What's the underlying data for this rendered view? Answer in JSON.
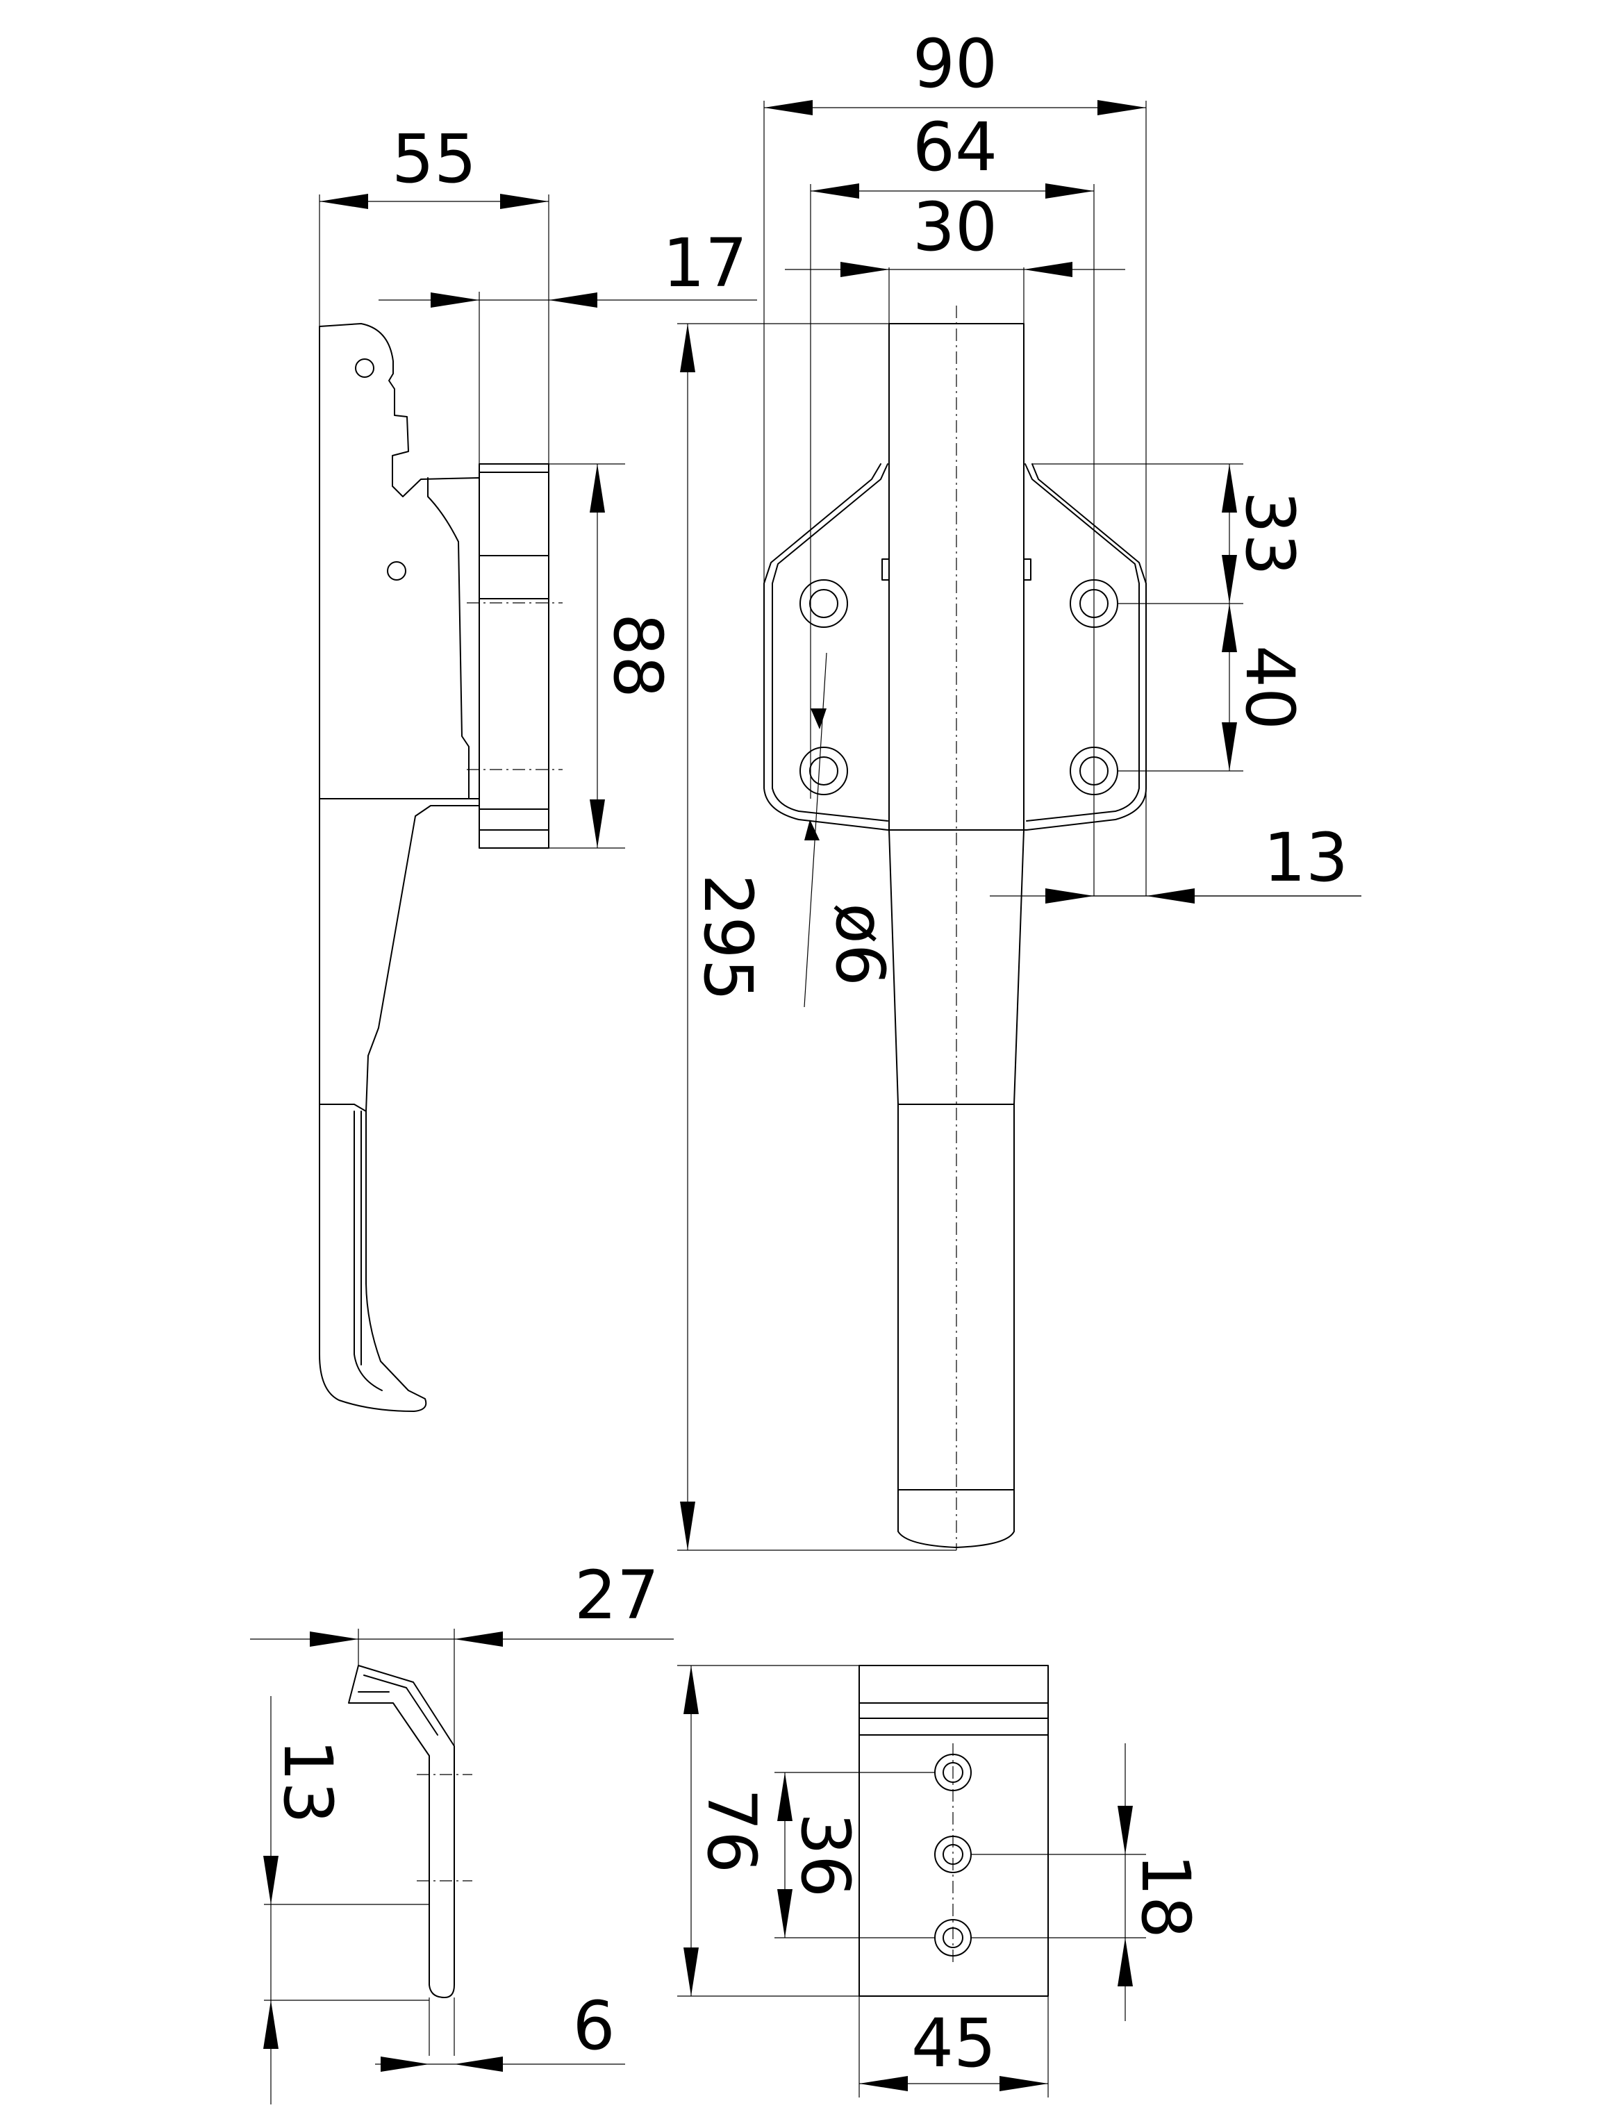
{
  "drawing": {
    "dimensions": {
      "d90": "90",
      "d64": "64",
      "d30": "30",
      "d55": "55",
      "d17": "17",
      "d88": "88",
      "d33": "33",
      "d40": "40",
      "d13_top": "13",
      "d295": "295",
      "d_hole": "ø6",
      "d27": "27",
      "d13_strike": "13",
      "d6": "6",
      "d76": "76",
      "d36": "36",
      "d18": "18",
      "d45": "45"
    }
  }
}
